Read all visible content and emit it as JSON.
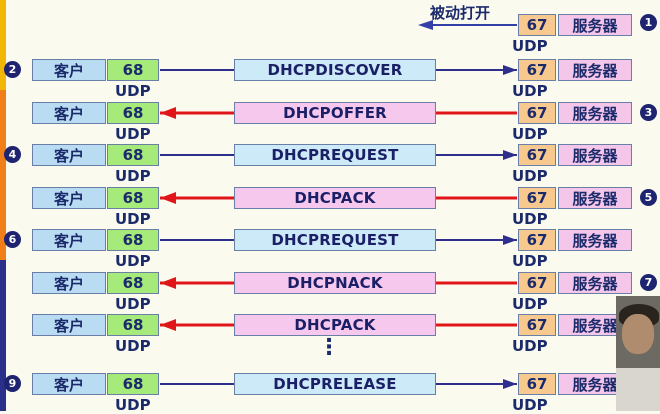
{
  "header": {
    "passive_open_label": "被动打开",
    "server_port": "67",
    "server_label": "服务器",
    "udp_label": "UDP",
    "step_num": "1"
  },
  "rows": [
    {
      "step": "2",
      "step_side": "left",
      "message": "DHCPDISCOVER",
      "direction": "to-server"
    },
    {
      "step": "3",
      "step_side": "right",
      "message": "DHCPOFFER",
      "direction": "to-client"
    },
    {
      "step": "4",
      "step_side": "left",
      "message": "DHCPREQUEST",
      "direction": "to-server"
    },
    {
      "step": "5",
      "step_side": "right",
      "message": "DHCPACK",
      "direction": "to-client"
    },
    {
      "step": "6",
      "step_side": "left",
      "message": "DHCPREQUEST",
      "direction": "to-server"
    },
    {
      "step": "7",
      "step_side": "right",
      "message": "DHCPNACK",
      "direction": "to-client"
    },
    {
      "step": "",
      "step_side": "",
      "message": "DHCPACK",
      "direction": "to-client"
    },
    {
      "step": "9",
      "step_side": "left",
      "message": "DHCPRELEASE",
      "direction": "to-server"
    }
  ],
  "labels": {
    "client": "客户",
    "client_port": "68",
    "server": "服务器",
    "server_port": "67",
    "udp": "UDP",
    "ellipsis": "⋮"
  },
  "colors": {
    "to_server_arrow": "#2e2f8c",
    "to_client_arrow": "#e0161b",
    "passive_open_arrow": "#3340a8",
    "stripe_top": "#f2b705",
    "stripe_mid": "#f07f1a",
    "stripe_bottom": "#2a2f8a"
  }
}
